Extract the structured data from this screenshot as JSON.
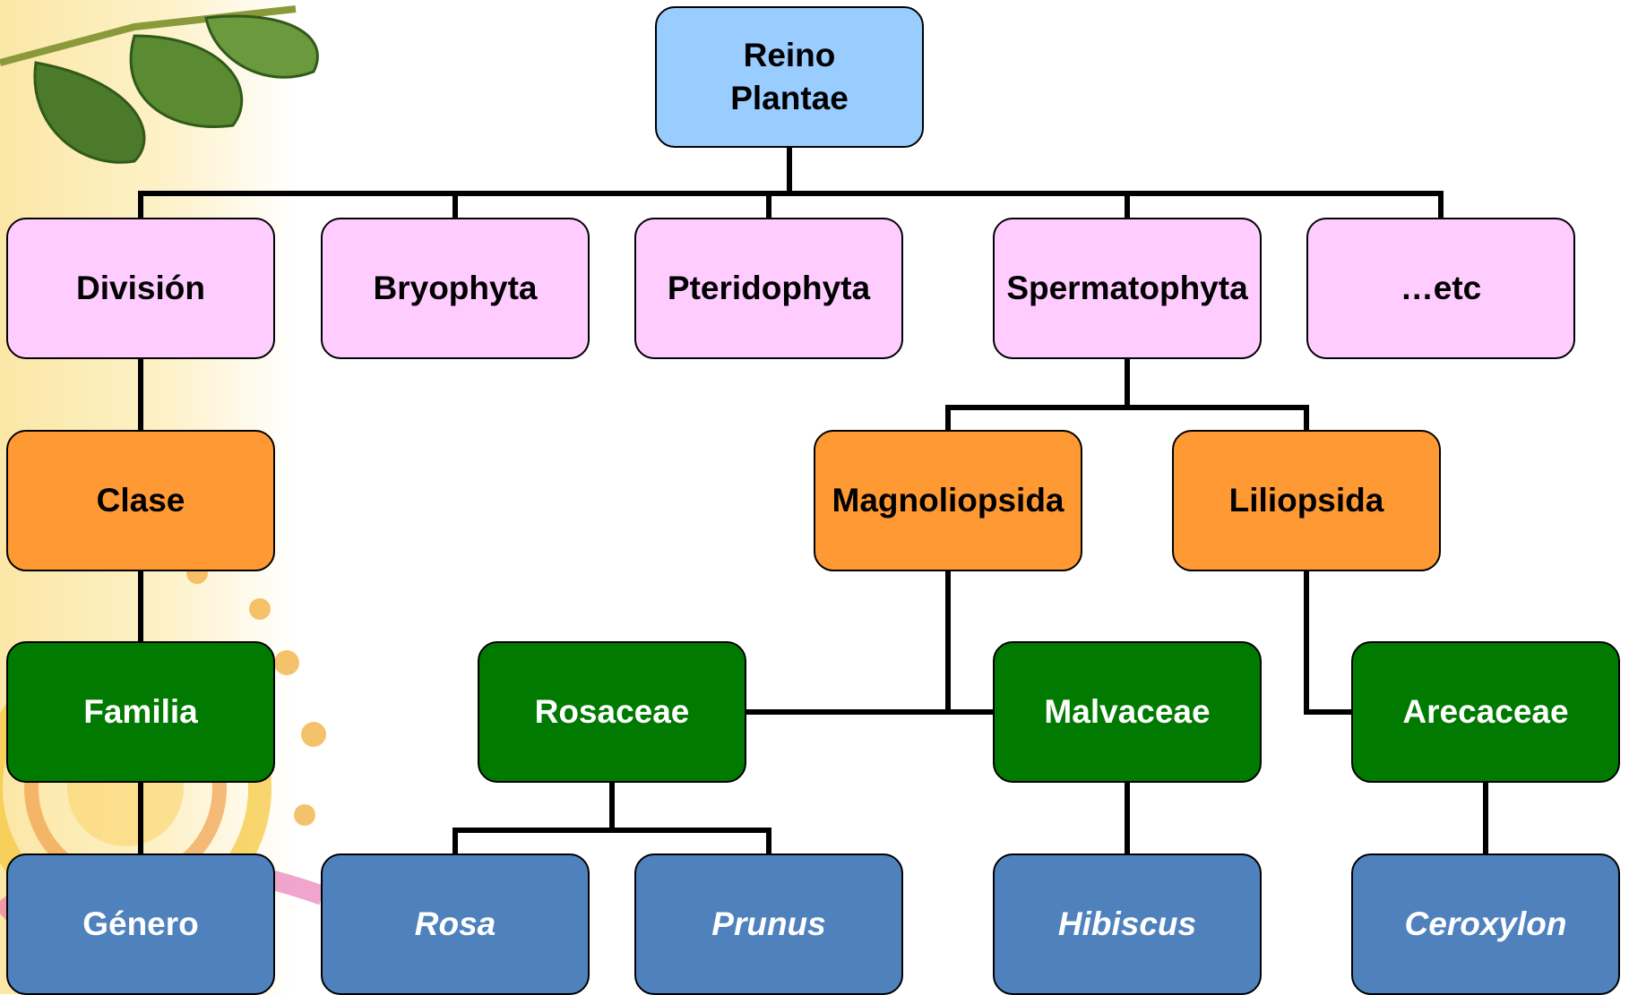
{
  "nodes": {
    "kingdom": "Reino\nPlantae",
    "division_label": "División",
    "bryophyta": "Bryophyta",
    "pteridophyta": "Pteridophyta",
    "spermatophyta": "Spermatophyta",
    "etc": "…etc",
    "class_label": "Clase",
    "magnoliopsida": "Magnoliopsida",
    "liliopsida": "Liliopsida",
    "family_label": "Familia",
    "rosaceae": "Rosaceae",
    "malvaceae": "Malvaceae",
    "arecaceae": "Arecaceae",
    "genus_label": "Género",
    "rosa": "Rosa",
    "prunus": "Prunus",
    "hibiscus": "Hibiscus",
    "ceroxylon": "Ceroxylon"
  },
  "colors": {
    "kingdom": "#99ccff",
    "division": "#ffccff",
    "class": "#ff9933",
    "family": "#007a00",
    "genus": "#4f81bd"
  }
}
